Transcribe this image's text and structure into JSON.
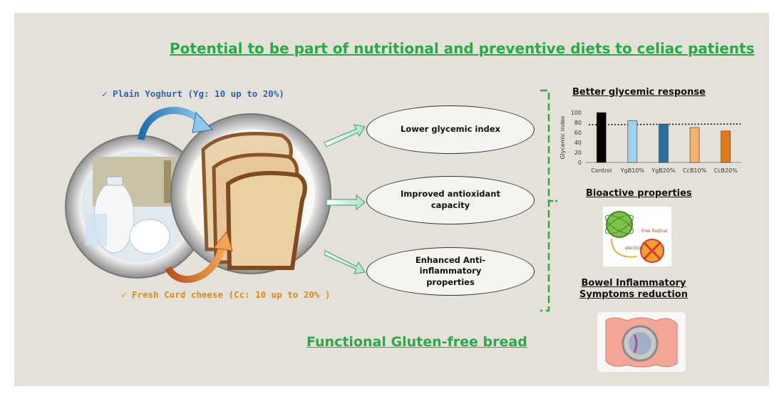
{
  "title": "Potential to be part of nutritional and preventive diets to celiac patients",
  "subtitle": "Functional Gluten-free bread",
  "ingredients": {
    "yoghurt": "✓  Plain Yoghurt (Yg: 10 up to 20%)",
    "curd": "✓  Fresh Curd cheese (Cc: 10 up to 20% )"
  },
  "benefits": [
    {
      "label": "Lower glycemic index"
    },
    {
      "label": "Improved antioxidant capacity"
    },
    {
      "label": "Enhanced Anti-inflammatory properties"
    }
  ],
  "right": {
    "glycemic_heading": "Better glycemic response",
    "bioactive_heading": "Bioactive properties",
    "bowel_heading": "Bowel Inflammatory Symptoms reduction",
    "radical_label": "Free Radical",
    "electron_label": "electron"
  },
  "colors": {
    "accent_green": "#2aa84a",
    "yoghurt_blue": "#2c64b8",
    "curd_orange": "#d88a1c"
  },
  "chart_data": {
    "type": "bar",
    "title": "",
    "xlabel": "",
    "ylabel": "Glycemic index",
    "ylim": [
      0,
      100
    ],
    "yticks": [
      0,
      20,
      40,
      60,
      80,
      100
    ],
    "categories": [
      "Control",
      "YgB10%",
      "YgB20%",
      "CcB10%",
      "CcB20%"
    ],
    "values": [
      100,
      84,
      77,
      70,
      63
    ],
    "bar_colors": [
      "#000000",
      "#9dd3ee",
      "#2a6f9c",
      "#f6b26b",
      "#e07a1a"
    ],
    "reference_line": 70,
    "grid": false
  }
}
